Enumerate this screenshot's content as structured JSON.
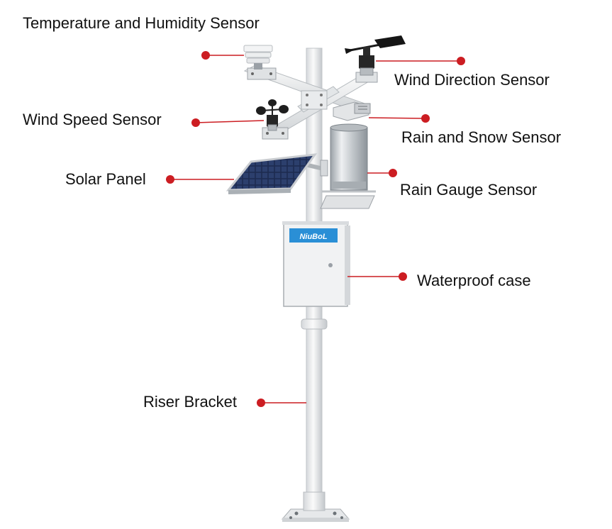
{
  "labels": {
    "temp_humidity": "Temperature and Humidity Sensor",
    "wind_direction": "Wind Direction Sensor",
    "wind_speed": "Wind Speed Sensor",
    "rain_snow": "Rain and Snow Sensor",
    "solar_panel": "Solar Panel",
    "rain_gauge": "Rain Gauge Sensor",
    "waterproof_case": "Waterproof case",
    "riser_bracket": "Riser Bracket"
  },
  "logo": {
    "brand": "NiuBoL"
  },
  "colors": {
    "callout": "#cc1d22",
    "pole": "#eceeef",
    "pole_shade": "#c9cdd1",
    "logo_bg": "#2a8fd6",
    "panel": "#1c2a4d",
    "text": "#111111"
  }
}
